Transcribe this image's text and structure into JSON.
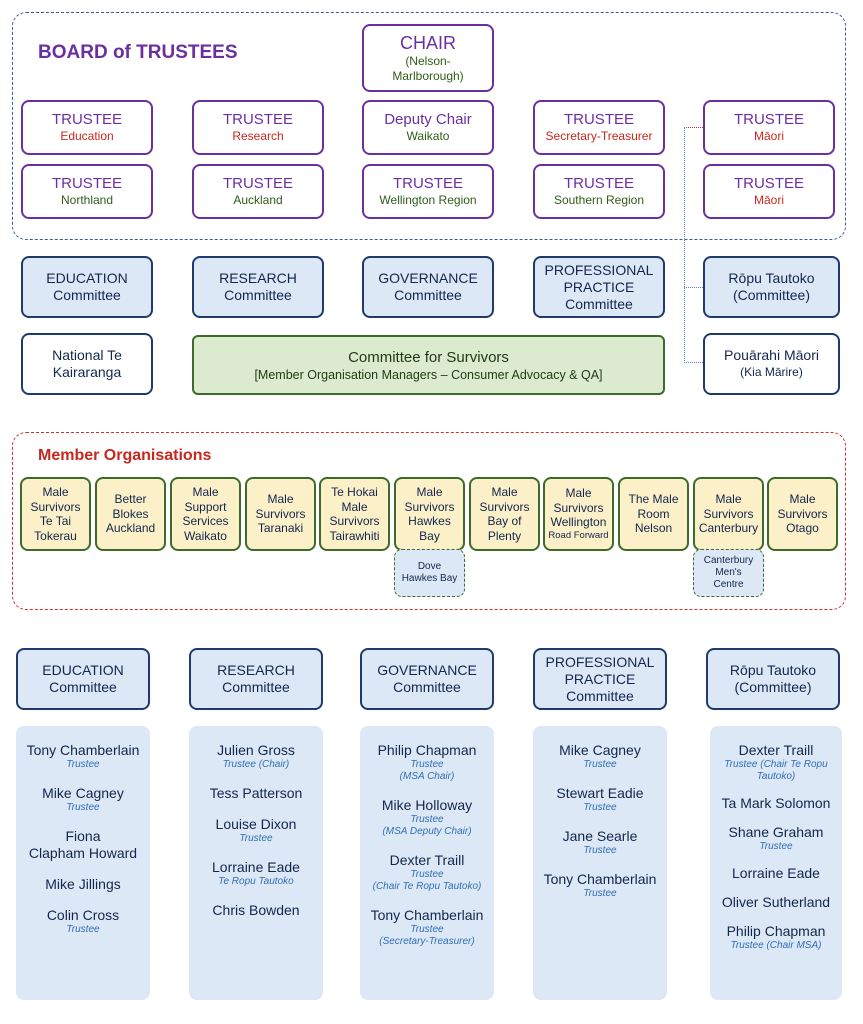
{
  "board": {
    "title": "BOARD of TRUSTEES",
    "chair": {
      "title": "CHAIR",
      "sub1": "(Nelson-",
      "sub2": "Marlborough)"
    },
    "row1": [
      {
        "title": "TRUSTEE",
        "sub": "Education"
      },
      {
        "title": "TRUSTEE",
        "sub": "Research"
      },
      {
        "title": "Deputy Chair",
        "sub": "Waikato"
      },
      {
        "title": "TRUSTEE",
        "sub": "Secretary-Treasurer"
      },
      {
        "title": "TRUSTEE",
        "sub": "Māori"
      }
    ],
    "row2": [
      {
        "title": "TRUSTEE",
        "sub": "Northland"
      },
      {
        "title": "TRUSTEE",
        "sub": "Auckland"
      },
      {
        "title": "TRUSTEE",
        "sub": "Wellington Region"
      },
      {
        "title": "TRUSTEE",
        "sub": "Southern Region"
      },
      {
        "title": "TRUSTEE",
        "sub": "Māori"
      }
    ]
  },
  "committees": [
    {
      "line1": "EDUCATION",
      "line2": "Committee"
    },
    {
      "line1": "RESEARCH",
      "line2": "Committee"
    },
    {
      "line1": "GOVERNANCE",
      "line2": "Committee"
    },
    {
      "line1": "PROFESSIONAL",
      "line2": "PRACTICE",
      "line3": "Committee"
    },
    {
      "line1": "Rōpu Tautoko",
      "line2": "(Committee)"
    }
  ],
  "kairaranga": {
    "line1": "National Te",
    "line2": "Kairaranga"
  },
  "survivors": {
    "title": "Committee for Survivors",
    "sub": "[Member Organisation Managers – Consumer Advocacy & QA]"
  },
  "pouarahi": {
    "line1": "Pouārahi Māori",
    "line2": "(Kia Mārire)"
  },
  "member_orgs": {
    "title": "Member Organisations",
    "orgs": [
      {
        "lines": [
          "Male",
          "Survivors",
          "Te Tai",
          "Tokerau"
        ]
      },
      {
        "lines": [
          "Better",
          "Blokes",
          "Auckland"
        ]
      },
      {
        "lines": [
          "Male",
          "Support",
          "Services",
          "Waikato"
        ]
      },
      {
        "lines": [
          "Male",
          "Survivors",
          "Taranaki"
        ]
      },
      {
        "lines": [
          "Te Hokai",
          "Male",
          "Survivors",
          "Tairawhiti"
        ]
      },
      {
        "lines": [
          "Male",
          "Survivors",
          "Hawkes",
          "Bay"
        ]
      },
      {
        "lines": [
          "Male",
          "Survivors",
          "Bay of",
          "Plenty"
        ]
      },
      {
        "lines": [
          "Male",
          "Survivors",
          "Wellington"
        ],
        "small": "Road Forward"
      },
      {
        "lines": [
          "The Male",
          "Room",
          "Nelson"
        ]
      },
      {
        "lines": [
          "Male",
          "Survivors",
          "Canterbury"
        ]
      },
      {
        "lines": [
          "Male",
          "Survivors",
          "Otago"
        ]
      }
    ],
    "sub_hawkes": {
      "line1": "Dove",
      "line2": "Hawkes Bay"
    },
    "sub_canterbury": {
      "line1": "Canterbury",
      "line2": "Men's",
      "line3": "Centre"
    }
  },
  "columns": [
    {
      "header": {
        "line1": "EDUCATION",
        "line2": "Committee"
      },
      "members": [
        {
          "name": "Tony Chamberlain",
          "role": "Trustee"
        },
        {
          "name": "Mike Cagney",
          "role": "Trustee"
        },
        {
          "name": "Fiona",
          "name2": "Clapham Howard"
        },
        {
          "name": "Mike Jillings"
        },
        {
          "name": "Colin Cross",
          "role": "Trustee"
        }
      ]
    },
    {
      "header": {
        "line1": "RESEARCH",
        "line2": "Committee"
      },
      "members": [
        {
          "name": "Julien Gross",
          "role": "Trustee (Chair)"
        },
        {
          "name": "Tess Patterson"
        },
        {
          "name": "Louise Dixon",
          "role": "Trustee"
        },
        {
          "name": "Lorraine Eade",
          "role": "Te Ropu Tautoko"
        },
        {
          "name": "Chris Bowden"
        }
      ]
    },
    {
      "header": {
        "line1": "GOVERNANCE",
        "line2": "Committee"
      },
      "members": [
        {
          "name": "Philip Chapman",
          "role": "Trustee",
          "role2": "(MSA Chair)"
        },
        {
          "name": "Mike Holloway",
          "role": "Trustee",
          "role2": "(MSA Deputy Chair)"
        },
        {
          "name": "Dexter Traill",
          "role": "Trustee",
          "role2": "(Chair Te Ropu Tautoko)"
        },
        {
          "name": "Tony Chamberlain",
          "role": "Trustee",
          "role2": "(Secretary-Treasurer)"
        }
      ]
    },
    {
      "header": {
        "line1": "PROFESSIONAL",
        "line2": "PRACTICE",
        "line3": "Committee"
      },
      "members": [
        {
          "name": "Mike Cagney",
          "role": "Trustee"
        },
        {
          "name": "Stewart Eadie",
          "role": "Trustee"
        },
        {
          "name": "Jane Searle",
          "role": "Trustee"
        },
        {
          "name": "Tony Chamberlain",
          "role": "Trustee"
        }
      ]
    },
    {
      "header": {
        "line1": "Rōpu Tautoko",
        "line2": "(Committee)"
      },
      "members": [
        {
          "name": "Dexter Traill",
          "role": "Trustee (Chair Te Ropu",
          "role2": "Tautoko)"
        },
        {
          "name": "Ta Mark Solomon"
        },
        {
          "name": "Shane Graham",
          "role": "Trustee"
        },
        {
          "name": "Lorraine Eade"
        },
        {
          "name": "Oliver Sutherland"
        },
        {
          "name": "Philip Chapman",
          "role": "Trustee (Chair MSA)"
        }
      ]
    }
  ]
}
